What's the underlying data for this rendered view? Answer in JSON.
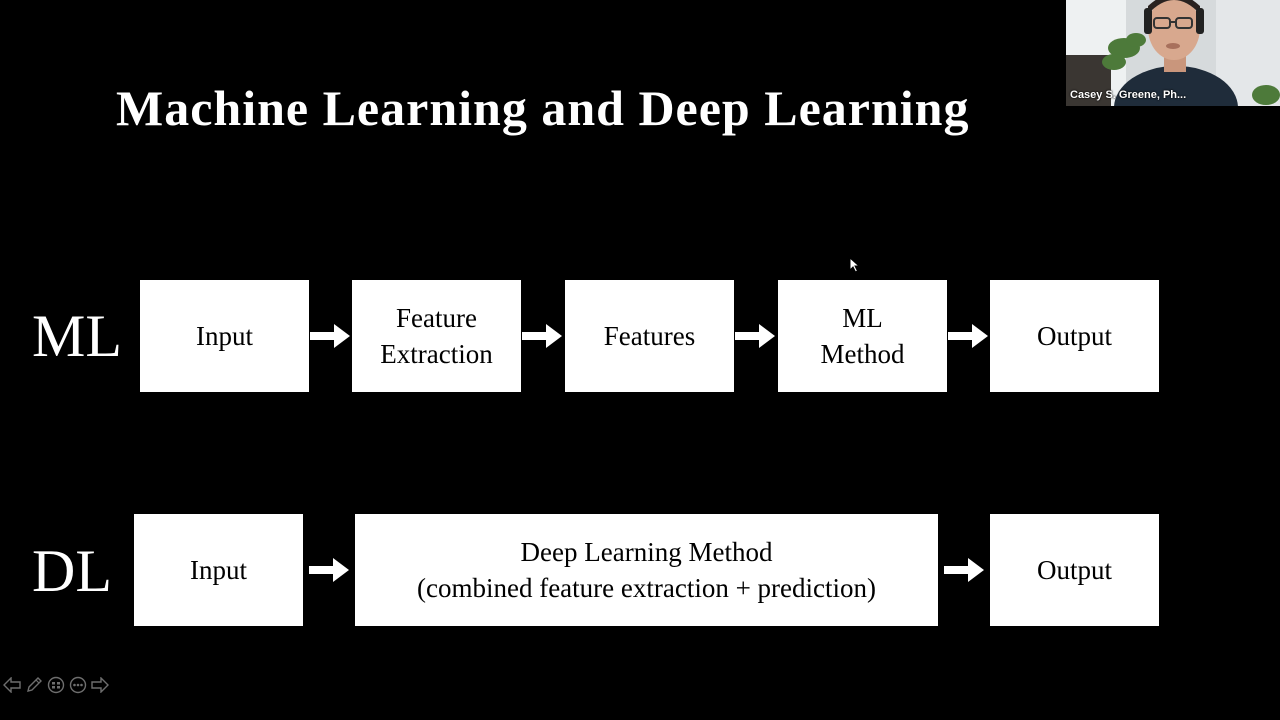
{
  "slide": {
    "title": "Machine Learning and Deep Learning"
  },
  "ml_row": {
    "label": "ML",
    "steps": [
      {
        "lines": [
          "Input"
        ]
      },
      {
        "lines": [
          "Feature",
          "Extraction"
        ]
      },
      {
        "lines": [
          "Features"
        ]
      },
      {
        "lines": [
          "ML",
          "Method"
        ]
      },
      {
        "lines": [
          "Output"
        ]
      }
    ]
  },
  "dl_row": {
    "label": "DL",
    "steps": [
      {
        "lines": [
          "Input"
        ]
      },
      {
        "lines": [
          "Deep Learning Method",
          "(combined feature extraction + prediction)"
        ]
      },
      {
        "lines": [
          "Output"
        ]
      }
    ]
  },
  "video": {
    "participant_name": "Casey S. Greene, Ph..."
  },
  "toolbar": {
    "icons": [
      "previous-slide-icon",
      "pen-icon",
      "slides-grid-icon",
      "more-options-icon",
      "next-slide-icon"
    ]
  },
  "colors": {
    "background": "#000000",
    "box_fill": "#ffffff",
    "box_text": "#000000",
    "arrow": "#ffffff"
  }
}
